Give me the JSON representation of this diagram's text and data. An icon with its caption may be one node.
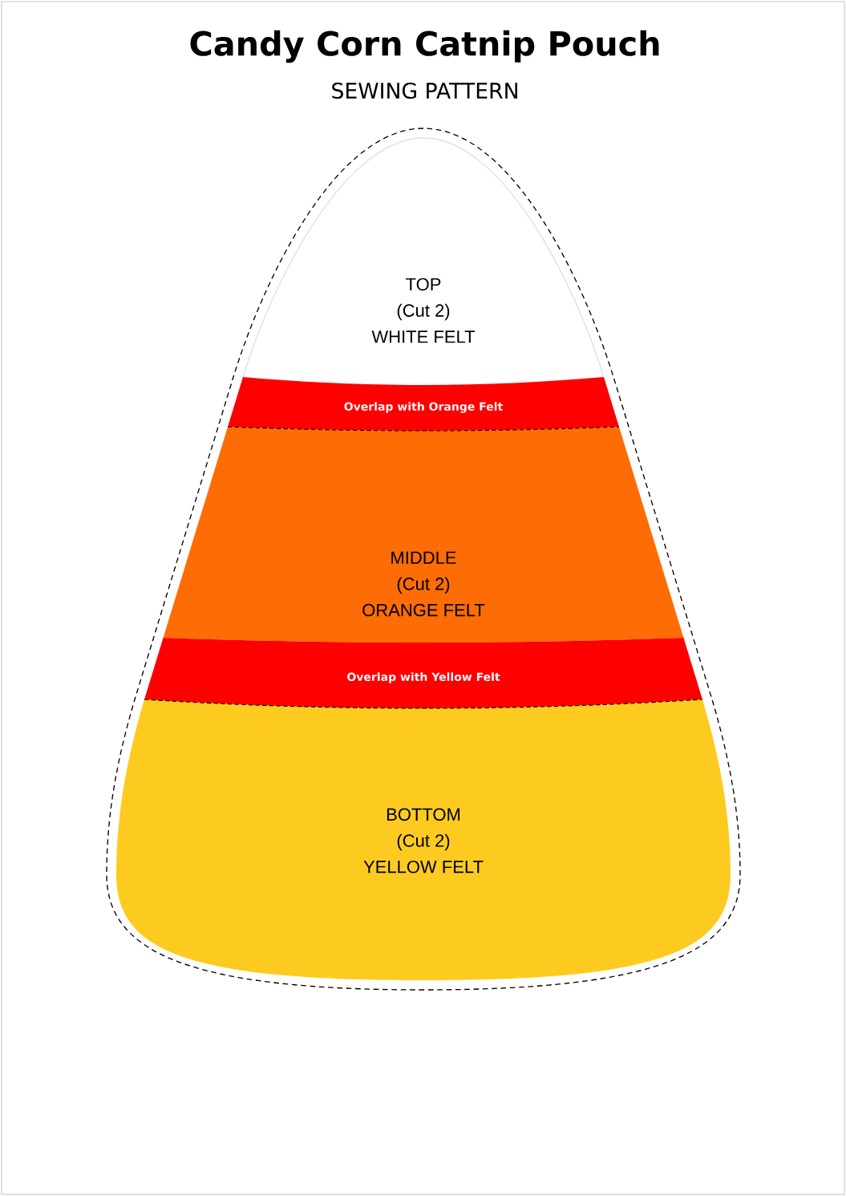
{
  "diagram": {
    "title": "Candy Corn Catnip Pouch",
    "nodes": [
      {
        "text": [
          "TOP",
          "(Cut 2)",
          "WHITE FELT"
        ]
      },
      {
        "text": [
          "Overlap with Orange Felt"
        ]
      },
      {
        "text": [
          "MIDDLE",
          "(Cut 2)",
          "ORANGE FELT"
        ]
      },
      {
        "text": [
          "Overlap with Yellow Felt"
        ]
      },
      {
        "text": [
          "BOTTOM",
          "(Cut 2)",
          "YELLOW FELT"
        ]
      }
    ],
    "labels": [
      "SEWING PATTERN"
    ]
  }
}
